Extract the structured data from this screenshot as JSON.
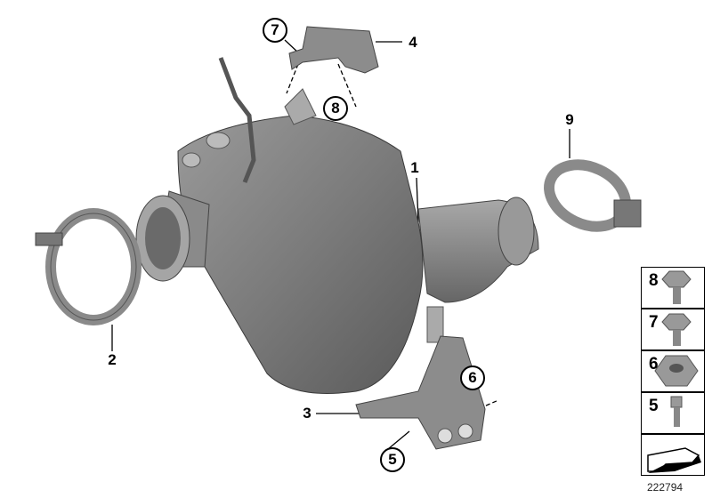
{
  "diagram_id": "222794",
  "callouts": {
    "c1": "1",
    "c2": "2",
    "c3": "3",
    "c4": "4",
    "c5": "5",
    "c6": "6",
    "c7": "7",
    "c8": "8",
    "c9": "9"
  },
  "legend": [
    {
      "number": "8",
      "icon": "hex-flange-bolt-icon"
    },
    {
      "number": "7",
      "icon": "hex-collar-bolt-icon"
    },
    {
      "number": "6",
      "icon": "hex-flange-nut-icon"
    },
    {
      "number": "5",
      "icon": "torx-bolt-icon"
    }
  ],
  "colors": {
    "part": "#8c8c8c",
    "part_dark": "#5e5e5e",
    "part_light": "#b5b5b5"
  }
}
